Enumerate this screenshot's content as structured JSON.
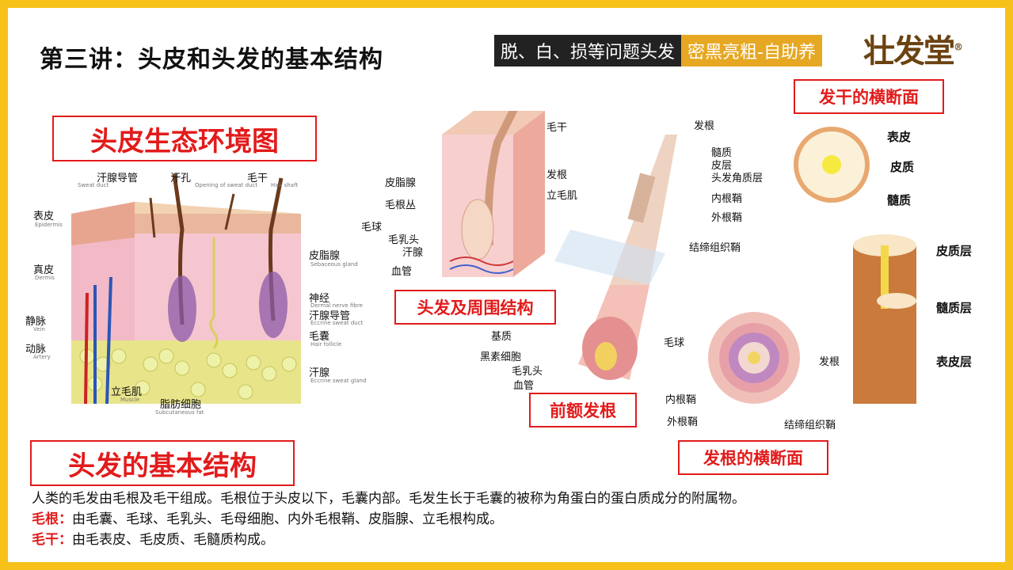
{
  "title": "第三讲：头皮和头发的基本结构",
  "banner": {
    "dark": "脱、白、损等问题头发",
    "gold": "密黑亮粗-自助养"
  },
  "logo": {
    "text": "壮发堂",
    "mark": "®"
  },
  "section_labels": {
    "scalp_env": "头皮生态环境图",
    "hair_basic": "头发的基本结构",
    "hair_surround": "头发及周围结构",
    "forehead_root": "前额发根",
    "root_cross": "发根的横断面",
    "shaft_cross": "发干的横断面"
  },
  "skin_labels": {
    "sweat_duct": "汗腺导管",
    "sweat_duct_en": "Sweat duct",
    "sweat_pore": "汗孔",
    "sweat_pore_en": "Opening of sweat duct",
    "hair_shaft": "毛干",
    "hair_shaft_en": "Hair shaft",
    "epidermis": "表皮",
    "epidermis_en": "Epidermis",
    "dermis": "真皮",
    "dermis_en": "Dermis",
    "vein": "静脉",
    "vein_en": "Vein",
    "artery": "动脉",
    "artery_en": "Artery",
    "sebaceous": "皮脂腺",
    "sebaceous_en": "Sebaceous gland",
    "nerve": "神经",
    "nerve_en": "Dermal nerve fibre",
    "sweat_duct2": "汗腺导管",
    "sweat_duct2_en": "Eccrine sweat duct",
    "follicle": "毛囊",
    "follicle_en": "Hair follicle",
    "sweat_gland": "汗腺",
    "sweat_gland_en": "Eccrine sweat gland",
    "arrector": "立毛肌",
    "arrector_en": "Muscle",
    "fat": "脂肪细胞",
    "fat_en": "Subcutaneous fat"
  },
  "hair_labels": {
    "shaft": "毛干",
    "sebaceous": "皮脂腺",
    "root": "发根",
    "plexus": "毛根丛",
    "arrector": "立毛肌",
    "bulb": "毛球",
    "papilla": "毛乳头",
    "sweat": "汗腺",
    "vessel": "血管"
  },
  "root_labels": {
    "root": "发根",
    "medulla": "髓质",
    "cortex": "皮层",
    "cuticle": "头发角质层",
    "inner_sheath": "内根鞘",
    "outer_sheath": "外根鞘",
    "connective": "结缔组织鞘",
    "matrix": "基质",
    "melanocyte": "黑素细胞",
    "papilla": "毛乳头",
    "vessel": "血管",
    "bulb": "毛球"
  },
  "cross_labels": {
    "root": "发根",
    "inner": "内根鞘",
    "outer": "外根鞘",
    "connective": "结缔组织鞘"
  },
  "shaft_labels": {
    "cuticle": "表皮",
    "cortex": "皮质",
    "medulla": "髓质",
    "cortex_layer": "皮质层",
    "medulla_layer": "髓质层",
    "cuticle_layer": "表皮层"
  },
  "description": {
    "line1": "人类的毛发由毛根及毛干组成。毛根位于头皮以下，毛囊内部。毛发生长于毛囊的被称为角蛋白的蛋白质成分的附属物。",
    "root_key": "毛根：",
    "root_text": "由毛囊、毛球、毛乳头、毛母细胞、内外毛根鞘、皮脂腺、立毛根构成。",
    "shaft_key": "毛干：",
    "shaft_text": "由毛表皮、毛皮质、毛髓质构成。"
  }
}
